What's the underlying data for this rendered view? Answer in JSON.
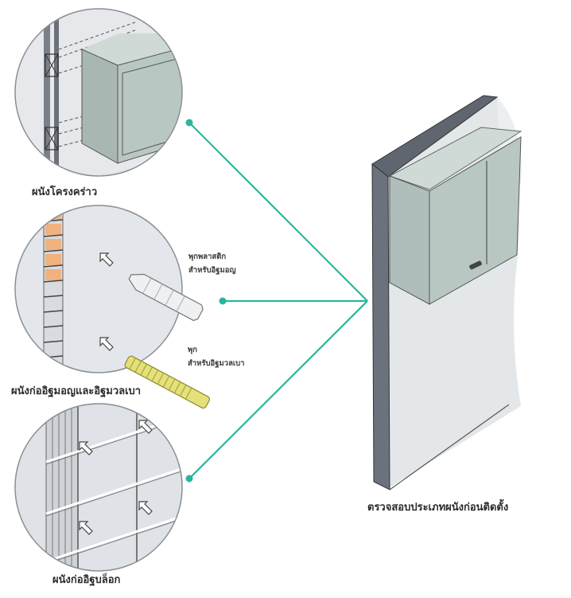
{
  "colors": {
    "connector": "#2bb5a0",
    "cabinet": "#b9c7c3",
    "cabinet_top": "#cfd9d6",
    "wall_edge": "#5f6670",
    "wall_face": "#e4e7ea",
    "brick": "#f2b27e",
    "panel": "#dfe2e6"
  },
  "captions": {
    "frame_wall": "ผนังโครงคร่าว",
    "brick_wall": "ผนังก่ออิฐมอญและอิฐมวลเบา",
    "block_wall": "ผนังก่ออิฐบล็อก",
    "main": "ตรวจสอบประเภทผนังก่อนติดตั้ง"
  },
  "notes": {
    "plastic_plug": [
      "พุกพลาสติก",
      "สำหรับอิฐมอญ"
    ],
    "aac_plug": [
      "พุก",
      "สำหรับอิฐมวลเบา"
    ]
  }
}
